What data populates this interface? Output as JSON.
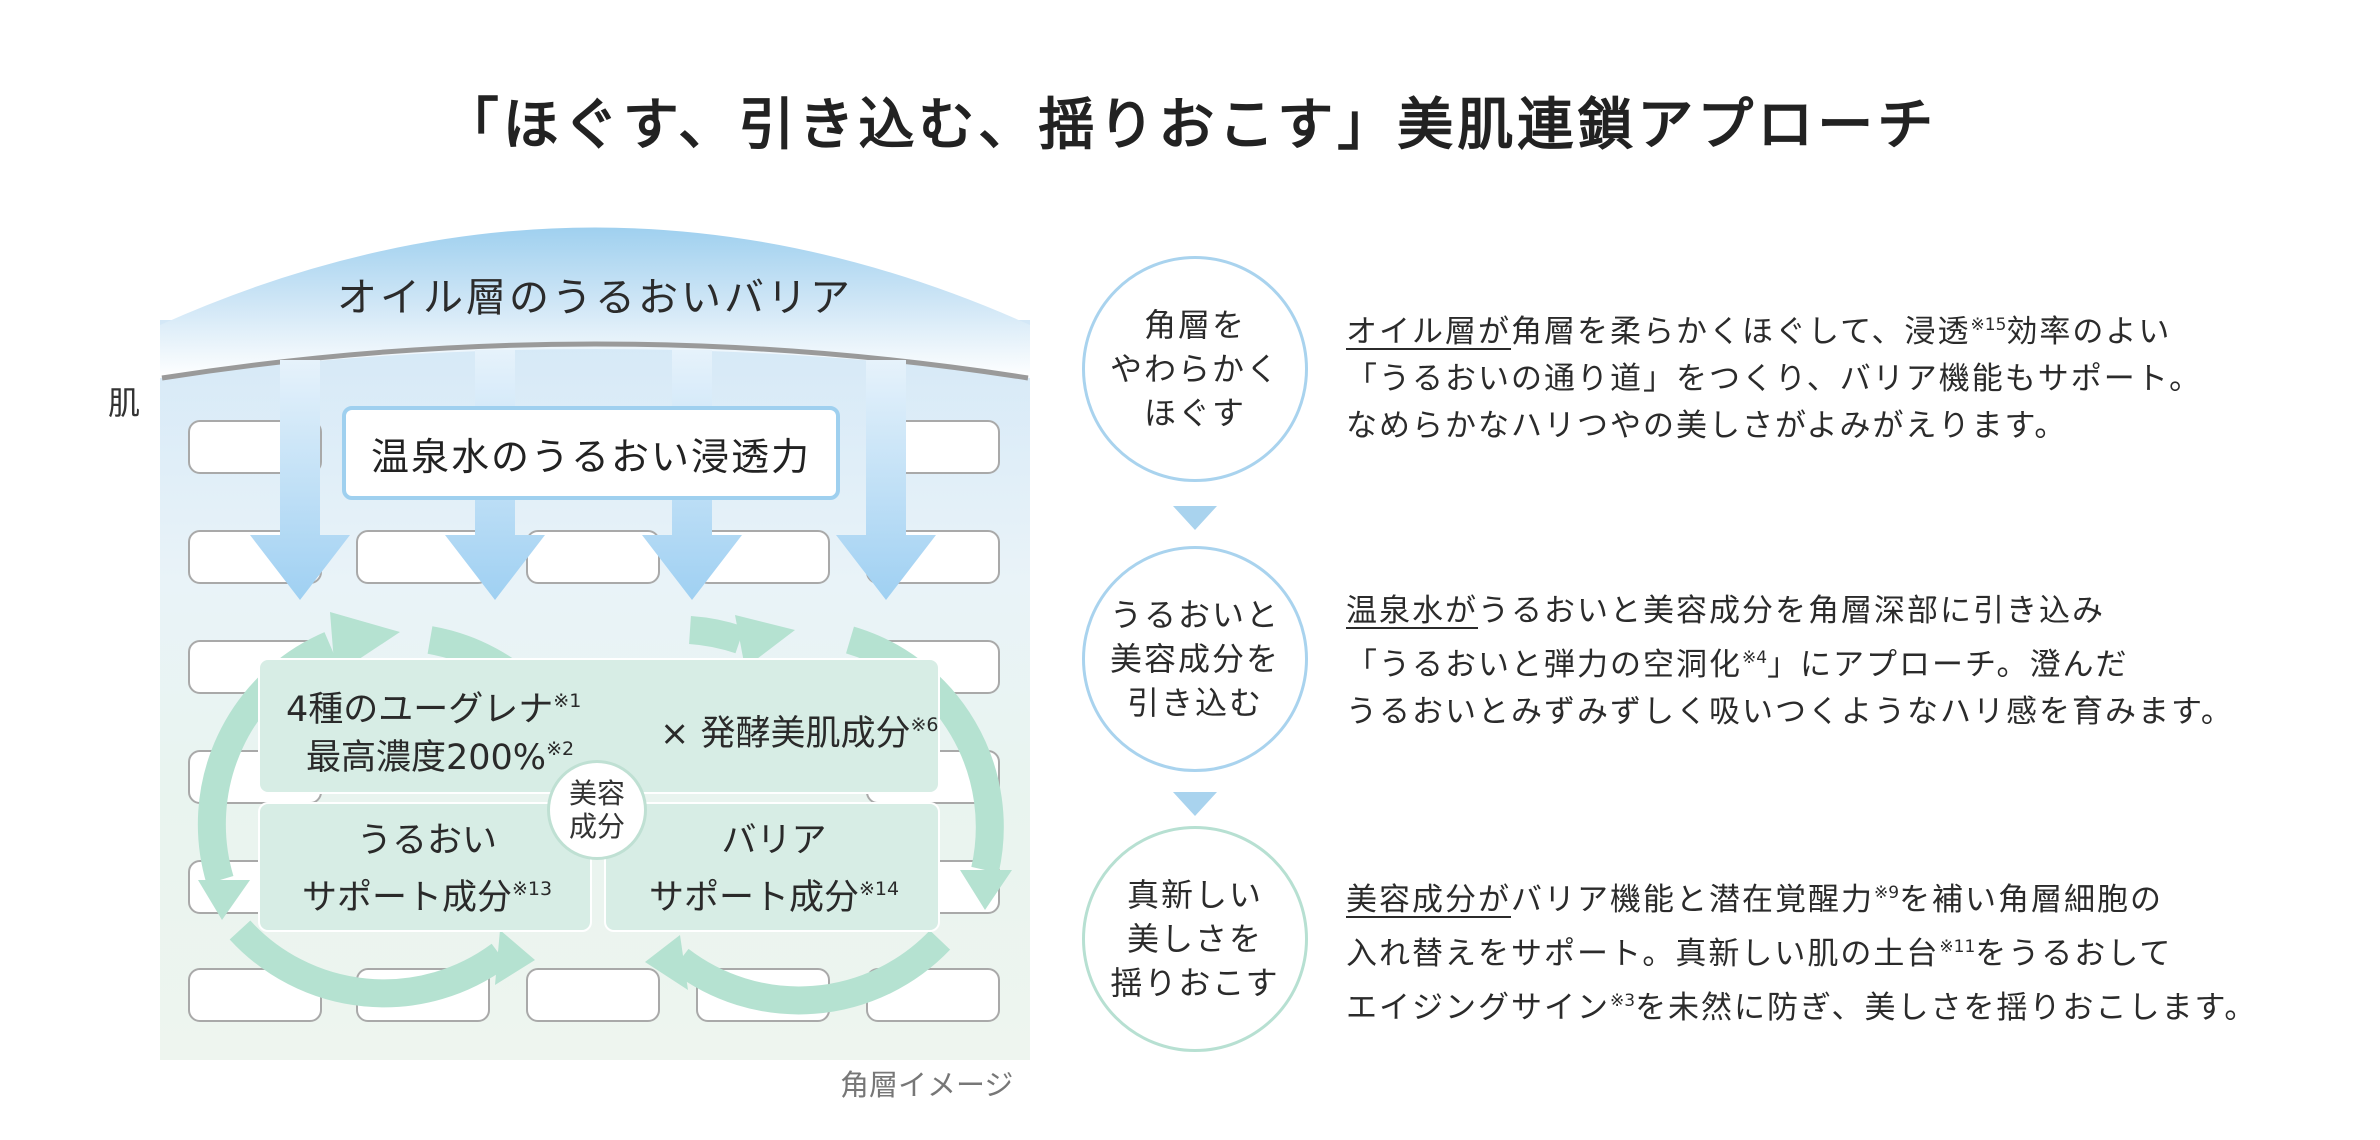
{
  "title": "「ほぐす、引き込む、揺りおこす」美肌連鎖アプローチ",
  "diagram": {
    "skin_label": "肌",
    "barrier_label": "オイル層のうるおいバリア",
    "onsen_label": "温泉水のうるおい浸透力",
    "euglena_line1": "4種のユーグレナ",
    "euglena_note1": "※1",
    "euglena_line2": "最高濃度200%",
    "euglena_note2": "※2",
    "ferment_label": "× 発酵美肌成分",
    "ferment_note": "※6",
    "moist_line1": "うるおい",
    "moist_line2": "サポート成分",
    "moist_note": "※13",
    "barrier_line1": "バリア",
    "barrier_line2": "サポート成分",
    "barrier_note": "※14",
    "ingredient_line1": "美容",
    "ingredient_line2": "成分",
    "caption": "角層イメージ",
    "colors": {
      "barrier_blue": "#9fd0ef",
      "arrow_blue": "#a9d5f3",
      "cycle_green": "#b5e2d1",
      "box_green": "#d7ede5"
    }
  },
  "steps": [
    {
      "circle": [
        "角層を",
        "やわらかく",
        "ほぐす"
      ],
      "underlined": "オイル層が",
      "line1_rest": "角層を柔らかくほぐして、浸透",
      "line1_note": "※15",
      "line1_end": "効率のよい",
      "line2": "「うるおいの通り道」をつくり、バリア機能もサポート。",
      "line3": "なめらかなハリつやの美しさがよみがえります。"
    },
    {
      "circle": [
        "うるおいと",
        "美容成分を",
        "引き込む"
      ],
      "underlined": "温泉水が",
      "line1_rest": "うるおいと美容成分を角層深部に引き込み",
      "line2_start": "「うるおいと弾力の空洞化",
      "line2_note": "※4",
      "line2_end": "」にアプローチ。澄んだ",
      "line3": "うるおいとみずみずしく吸いつくようなハリ感を育みます。"
    },
    {
      "circle": [
        "真新しい",
        "美しさを",
        "揺りおこす"
      ],
      "underlined": "美容成分が",
      "line1_rest": "バリア機能と潜在覚醒力",
      "line1_note": "※9",
      "line1_end": "を補い角層細胞の",
      "line2_start": "入れ替えをサポート。真新しい肌の土台",
      "line2_note": "※11",
      "line2_end": "をうるおして",
      "line3_start": "エイジングサイン",
      "line3_note": "※3",
      "line3_end": "を未然に防ぎ、美しさを揺りおこします。"
    }
  ]
}
